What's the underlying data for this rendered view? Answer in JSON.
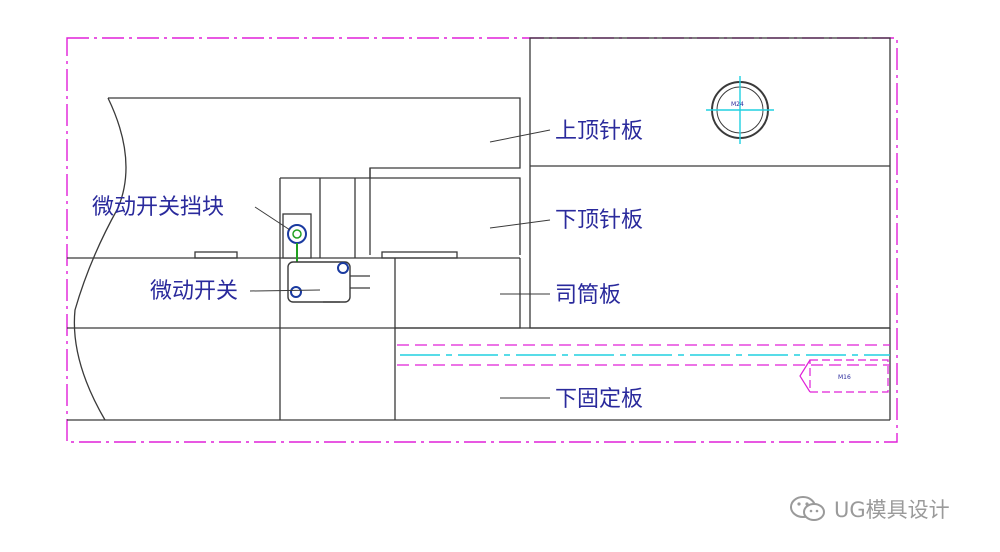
{
  "labels": {
    "upper_ejector_plate": "上顶针板",
    "lower_ejector_plate": "下顶针板",
    "sleeve_plate": "司筒板",
    "bottom_clamp_plate": "下固定板",
    "switch_stopper": "微动开关挡块",
    "micro_switch": "微动开关"
  },
  "annotations": {
    "screw_top": "M24",
    "screw_bottom": "M16"
  },
  "watermark": {
    "text": "UG模具设计",
    "icon": "wechat-icon"
  },
  "colors": {
    "outline": "#3a3a3a",
    "boundary": "#e020d8",
    "centerline": "#20d0e0",
    "label": "#2a2a9c",
    "watermark": "#9a9a9a"
  }
}
